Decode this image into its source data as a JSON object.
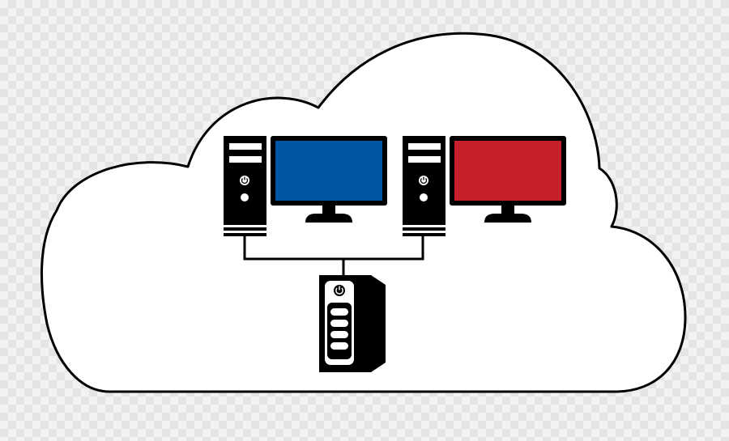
{
  "diagram": {
    "cloud": {
      "fill": "#ffffff",
      "outline": "#000000"
    },
    "workstations": [
      {
        "id": "left",
        "screen_color": "#0055a5",
        "icons": [
          "tower-icon",
          "monitor-icon",
          "power-icon"
        ]
      },
      {
        "id": "right",
        "screen_color": "#c8202a",
        "icons": [
          "tower-icon",
          "monitor-icon",
          "power-icon"
        ]
      }
    ],
    "server": {
      "body_color": "#000000",
      "icons": [
        "server-icon",
        "power-icon"
      ]
    },
    "connections": [
      {
        "from": "workstation-left",
        "to": "server"
      },
      {
        "from": "workstation-right",
        "to": "server"
      }
    ]
  }
}
